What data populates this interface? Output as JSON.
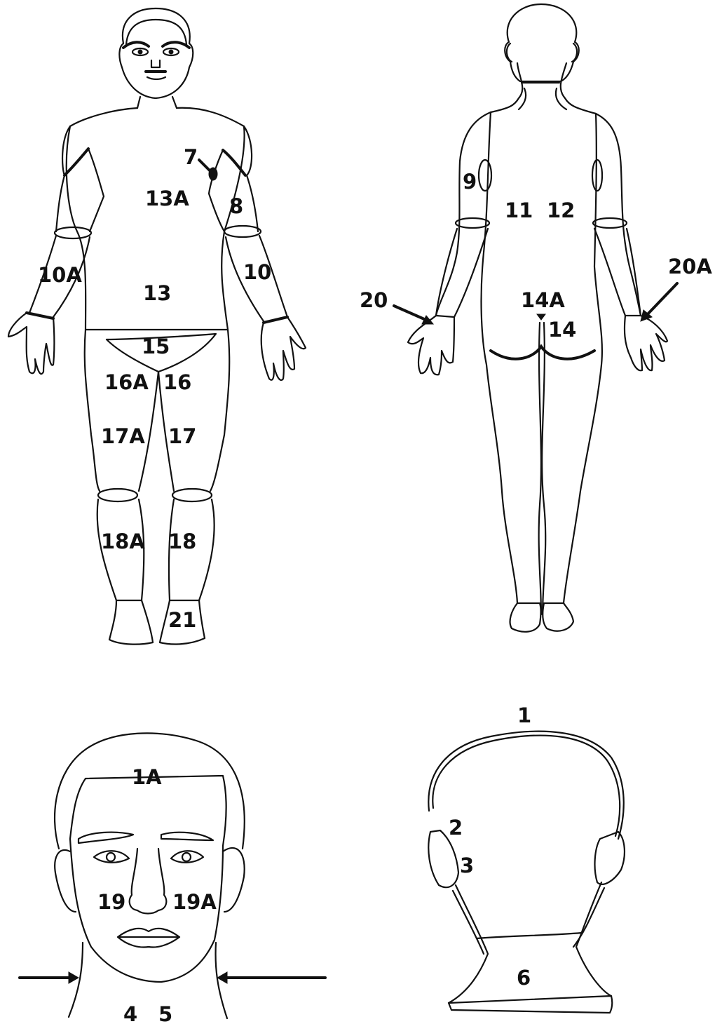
{
  "front_body": {
    "labels": {
      "l7": "7",
      "l8": "8",
      "l13A": "13A",
      "l10A": "10A",
      "l10": "10",
      "l13": "13",
      "l15": "15",
      "l16A": "16A",
      "l16": "16",
      "l17A": "17A",
      "l17": "17",
      "l18A": "18A",
      "l18": "18",
      "l21": "21"
    }
  },
  "back_body": {
    "labels": {
      "l9": "9",
      "l11": "11",
      "l12": "12",
      "l20": "20",
      "l20A": "20A",
      "l14A": "14A",
      "l14": "14"
    }
  },
  "face": {
    "labels": {
      "l1A": "1A",
      "l19": "19",
      "l19A": "19A",
      "l4": "4",
      "l5": "5"
    }
  },
  "back_head": {
    "labels": {
      "l1": "1",
      "l2": "2",
      "l3": "3",
      "l6": "6"
    }
  }
}
